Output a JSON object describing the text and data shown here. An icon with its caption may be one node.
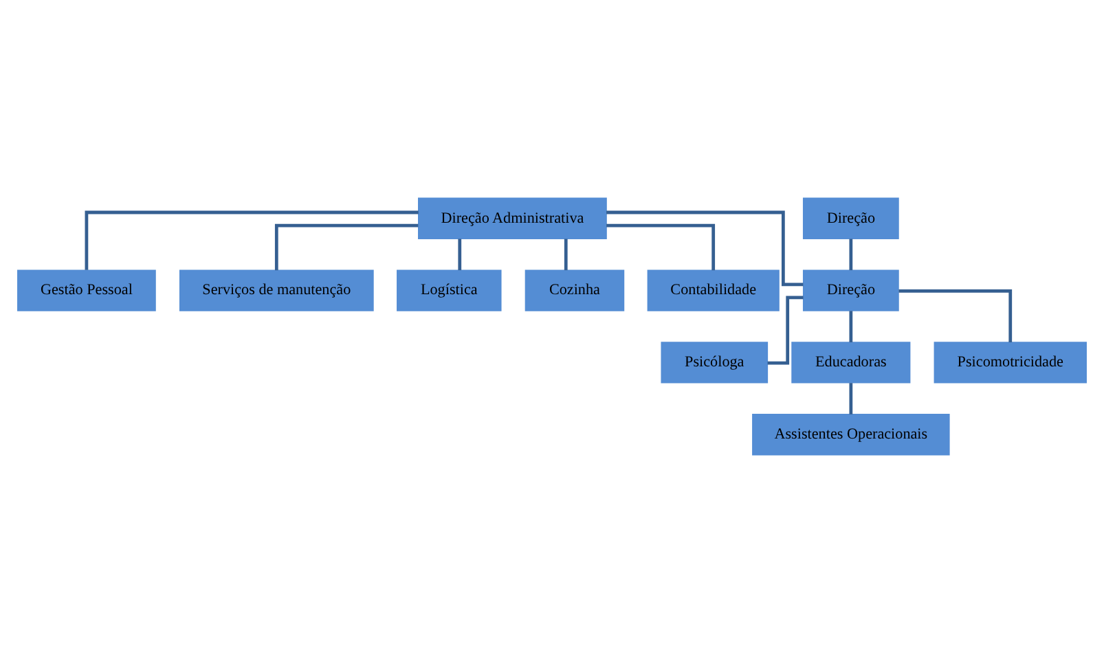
{
  "diagram": {
    "nodes": [
      {
        "text": [
          "Gestão Pessoal"
        ]
      },
      {
        "text": [
          "Serviços de manutenção"
        ]
      },
      {
        "text": [
          "Logística"
        ]
      },
      {
        "text": [
          "Direção Administrativa"
        ]
      },
      {
        "text": [
          "Cozinha"
        ]
      },
      {
        "text": [
          "Contabilidade"
        ]
      },
      {
        "text": [
          "Direção"
        ]
      },
      {
        "text": [
          "Psicóloga"
        ]
      },
      {
        "text": [
          "Direção"
        ]
      },
      {
        "text": [
          "Educadoras"
        ]
      },
      {
        "text": [
          "Psicomotricidade"
        ]
      },
      {
        "text": [
          "Assistentes Operacionais"
        ]
      }
    ],
    "edges": [
      {
        "from": 3,
        "to": 2,
        "arrow": "none"
      },
      {
        "from": 3,
        "to": 0,
        "arrow": "none"
      },
      {
        "from": 3,
        "to": 1,
        "arrow": "none"
      },
      {
        "from": 3,
        "to": 4,
        "arrow": "none"
      },
      {
        "from": 3,
        "to": 5,
        "arrow": "none"
      },
      {
        "from": 3,
        "to": 8,
        "arrow": "none"
      },
      {
        "from": 6,
        "to": 8,
        "arrow": "none"
      },
      {
        "from": 8,
        "to": 7,
        "arrow": "none"
      },
      {
        "from": 8,
        "to": 9,
        "arrow": "none"
      },
      {
        "from": 8,
        "to": 10,
        "arrow": "none"
      },
      {
        "from": 9,
        "to": 11,
        "arrow": "none"
      }
    ]
  }
}
